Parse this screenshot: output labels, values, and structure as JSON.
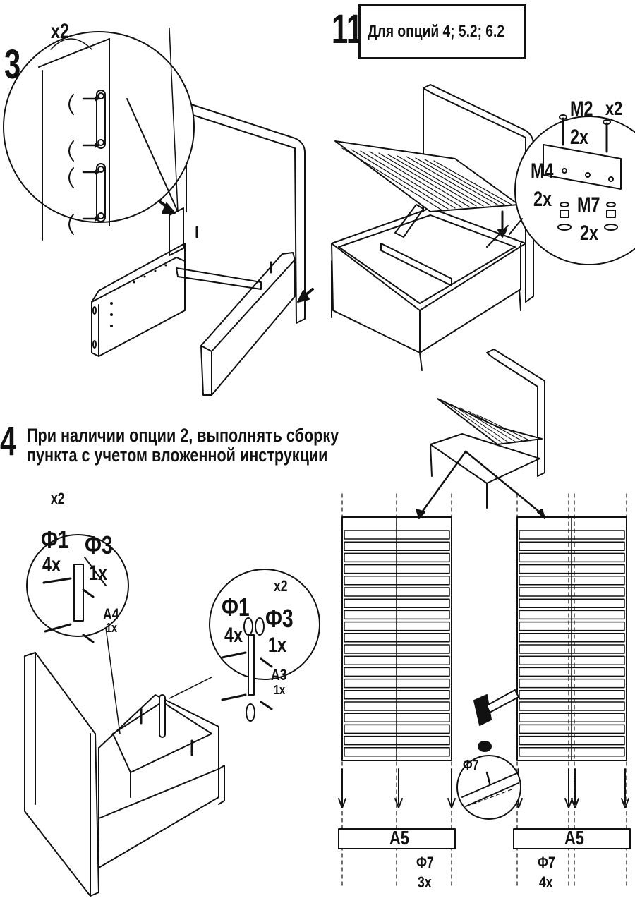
{
  "step3": {
    "number": "3",
    "multiplier": "x2"
  },
  "step11": {
    "number": "11",
    "options_label": "Для опций  4;  5.2;  6.2",
    "m2": "M2",
    "m2_qty": "2x",
    "multiplier": "x2",
    "m4": "M4",
    "m4_qty": "2x",
    "m7": "M7",
    "m7_qty": "2x"
  },
  "step4": {
    "number": "4",
    "note_line1": "При наличии опции 2, выполнять сборку",
    "note_line2": "пункта с учетом вложенной инструкции",
    "left_callout": {
      "multiplier": "x2",
      "f1": "Ф1",
      "f1_qty": "4x",
      "f3": "Ф3",
      "f3_qty": "1x",
      "a4": "A4",
      "a4_qty": "1x"
    },
    "right_callout": {
      "multiplier": "x2",
      "f1": "Ф1",
      "f1_qty": "4x",
      "f3": "Ф3",
      "f3_qty": "1x",
      "a3": "A3",
      "a3_qty": "1x"
    }
  },
  "slats": {
    "left_rail": "A5",
    "right_rail": "A5",
    "hammer_part": "Ф7",
    "left_fastener": "Ф7",
    "left_qty": "3x",
    "right_fastener": "Ф7",
    "right_qty": "4x"
  }
}
